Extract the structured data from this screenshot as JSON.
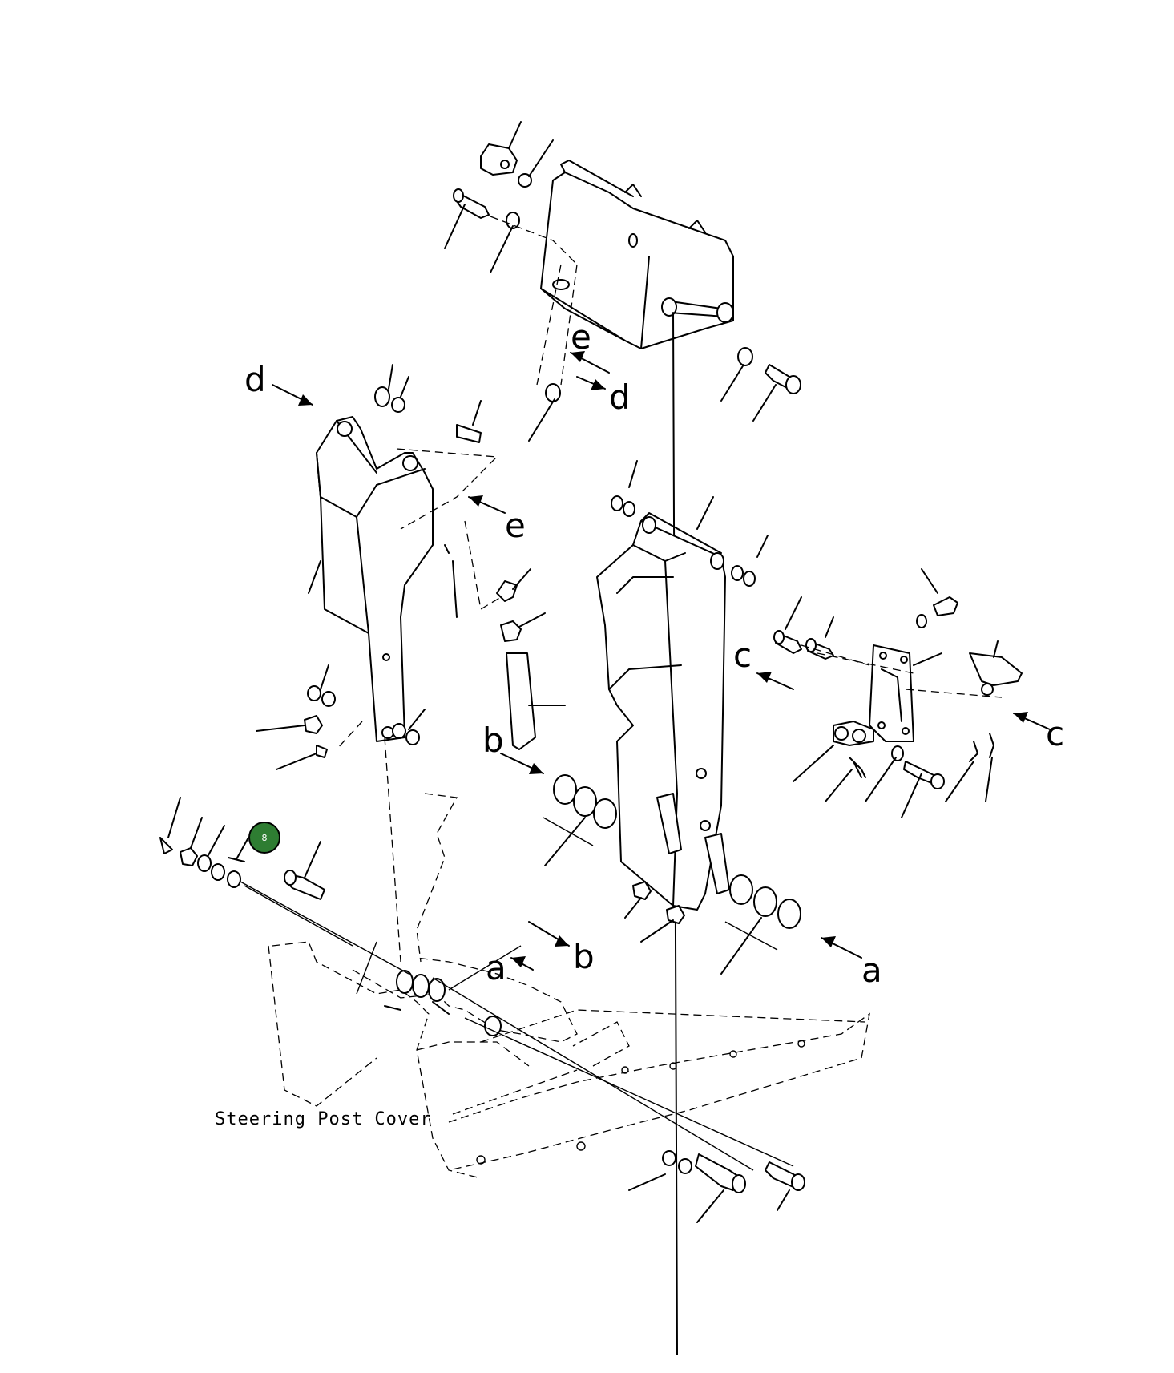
{
  "diagram": {
    "caption": "Steering Post Cover",
    "callout_badge": {
      "label": "8",
      "color": "#2e7d32"
    },
    "view_letters": [
      "a",
      "b",
      "c",
      "d",
      "e"
    ]
  },
  "colors": {
    "line": "#000000",
    "background": "#ffffff",
    "badge": "#2e7d32"
  }
}
